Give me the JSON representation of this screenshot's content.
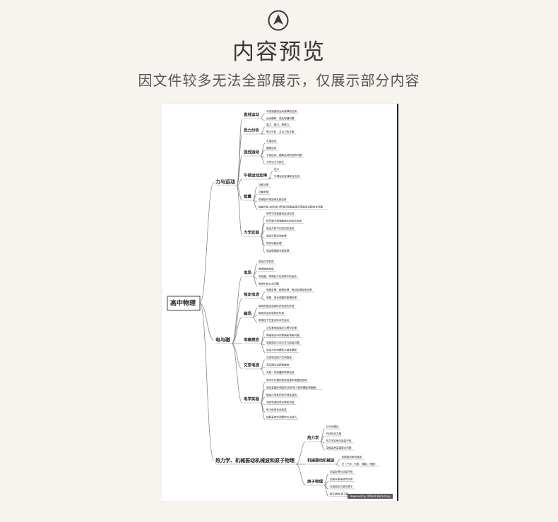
{
  "header": {
    "logo_icon": "compass-arrow-icon",
    "title": "内容预览",
    "subtitle": "因文件较多无法全部展示，仅展示部分内容"
  },
  "mindmap": {
    "root": "高中物理",
    "branches": [
      {
        "label": "力与运动",
        "topics": [
          {
            "label": "直线运动",
            "leaves": [
              "匀变速直线运动规律的应用",
              "运动图象　追及相遇问题"
            ]
          },
          {
            "label": "受力分析",
            "leaves": [
              "重力、弹力、摩擦力",
              "受力分析　共点力的平衡"
            ]
          },
          {
            "label": "曲线运动",
            "leaves": [
              "平抛运动",
              "圆周运动",
              "平抛运动、圆周运动的临界问题",
              "万有引力与航天"
            ]
          },
          {
            "label": "牛顿运动定律",
            "leaves": [
              "定义",
              "牛顿运动定律综合应用"
            ]
          },
          {
            "label": "能量",
            "leaves": [
              "功和功率",
              "动能定理",
              "机械能守恒定律及其应用",
              "能量守恒 应用动力学观点和能量观点突破多过程综合问题"
            ]
          },
          {
            "label": "力学实验",
            "leaves": [
              "研究匀变速直线运动实验",
              "探究弹力和弹簧伸长的关系实验",
              "验证力的平行四边形定则",
              "验证牛顿运动定律",
              "探究动能定理",
              "验证机械能守恒定律"
            ]
          }
        ]
      },
      {
        "label": "电与磁",
        "topics": [
          {
            "label": "电场",
            "leaves": [
              "电场力学性质",
              "电场能的性质",
              "电容器、带电粒子在电场中的运动",
              "电场中的力大问题"
            ]
          },
          {
            "label": "恒定电流",
            "leaves": [
              "电阻定律　欧姆定律　焦耳定律及电功率",
              "电路　闭合电路的欧姆定律"
            ]
          },
          {
            "label": "磁场",
            "leaves": [
              "磁场的描述及磁场对电流的作用",
              "磁场对运动电荷的作用",
              "带电粒子在复合场中的运动"
            ]
          },
          {
            "label": "电磁感应",
            "leaves": [
              "法拉第电磁感应与楞次定律",
              "电磁感应中的电路和电磁问题",
              "电磁感应中动力学与能量问题",
              "安培力作用模型与部件模型"
            ]
          },
          {
            "label": "交变电流",
            "leaves": [
              "交变电流的产生和描述",
              "变压器与远距离输电",
              "实验一传感器的简单应用"
            ]
          },
          {
            "label": "电学实验",
            "leaves": [
              "电学中仪器的使用及基本电路的选择",
              "测定金属的电阻率(同时练习使用螺旋测微器)",
              "描绘小电珠的伏安特性曲线",
              "测定电源的电动势和内阻",
              "练习使用多用电表",
              "破解高考实验题的方法技巧"
            ]
          }
        ]
      },
      {
        "label": "热力学、机械振动机械波和原子物理",
        "topics": [
          {
            "label": "热力学",
            "leaves": [
              "分子动理论",
              "气体状态方程",
              "热力学定律与能量守恒",
              "突破高考高重要点问题"
            ]
          },
          {
            "label": "机械振动机械波",
            "leaves": [
              "机械振动和机械波",
              "光（干涉、衍射、偏振、色散）"
            ]
          },
          {
            "label": "原子物理",
            "leaves": [
              "动量定理与动量守恒",
              "动量与能量综合应用",
              "光电效应与玻尔原子",
              "原子结构 原子核"
            ]
          }
        ]
      }
    ]
  },
  "footer": {
    "powered_by": "Powered by XMind Workshop"
  }
}
